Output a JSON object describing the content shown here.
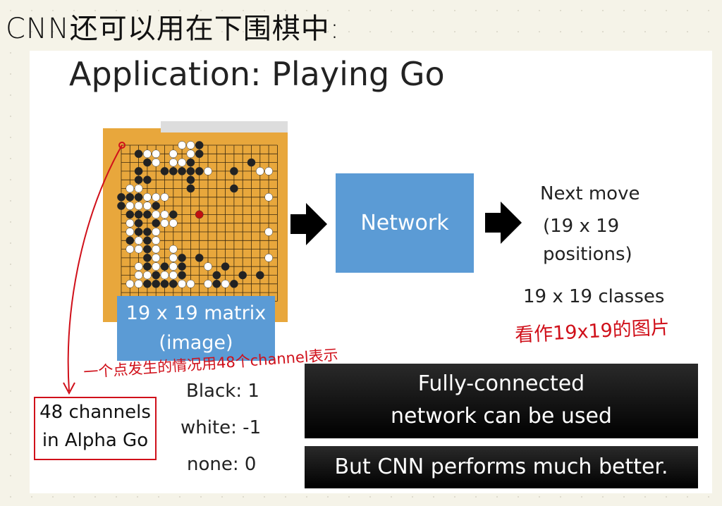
{
  "annotation_title": "CNN还可以用在下围棋中:",
  "slide": {
    "title": "Application: Playing Go",
    "matrix_label_1": "19 x 19 matrix",
    "matrix_label_2": "(image)",
    "network_label": "Network",
    "next_move": "Next move",
    "positions_1": "(19 x 19",
    "positions_2": "positions)",
    "classes": "19 x 19 classes",
    "black": "Black: 1",
    "white": "white: -1",
    "none": "none: 0",
    "channels_1": "48 channels",
    "channels_2": "in Alpha Go",
    "fc_1": "Fully-connected",
    "fc_2": "network can be used",
    "cnn_better": "But CNN performs much better."
  },
  "annotations": {
    "image_note": "看作19x19的图片",
    "channel_note": "一个点发生的情况用48个channel表示"
  },
  "colors": {
    "accent_blue": "#5b9bd5",
    "annotation_red": "#d0101a",
    "board": "#e8a73c"
  }
}
